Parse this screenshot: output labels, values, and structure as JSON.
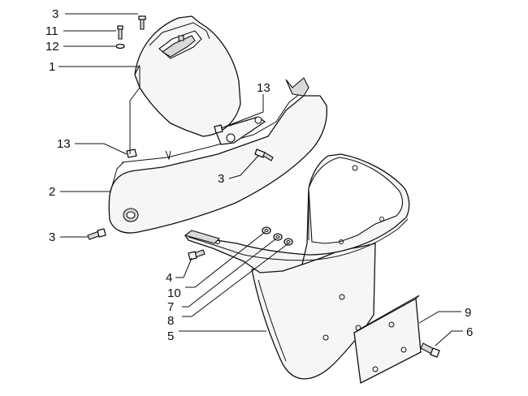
{
  "callouts": [
    {
      "id": "c3a",
      "text": "3"
    },
    {
      "id": "c11",
      "text": "11"
    },
    {
      "id": "c12",
      "text": "12"
    },
    {
      "id": "c1",
      "text": "1"
    },
    {
      "id": "c13a",
      "text": "13"
    },
    {
      "id": "c13b",
      "text": "13"
    },
    {
      "id": "c3b",
      "text": "3"
    },
    {
      "id": "c2",
      "text": "2"
    },
    {
      "id": "c3c",
      "text": "3"
    },
    {
      "id": "c4",
      "text": "4"
    },
    {
      "id": "c10",
      "text": "10"
    },
    {
      "id": "c7",
      "text": "7"
    },
    {
      "id": "c8",
      "text": "8"
    },
    {
      "id": "c5",
      "text": "5"
    },
    {
      "id": "c9",
      "text": "9"
    },
    {
      "id": "c6",
      "text": "6"
    }
  ]
}
